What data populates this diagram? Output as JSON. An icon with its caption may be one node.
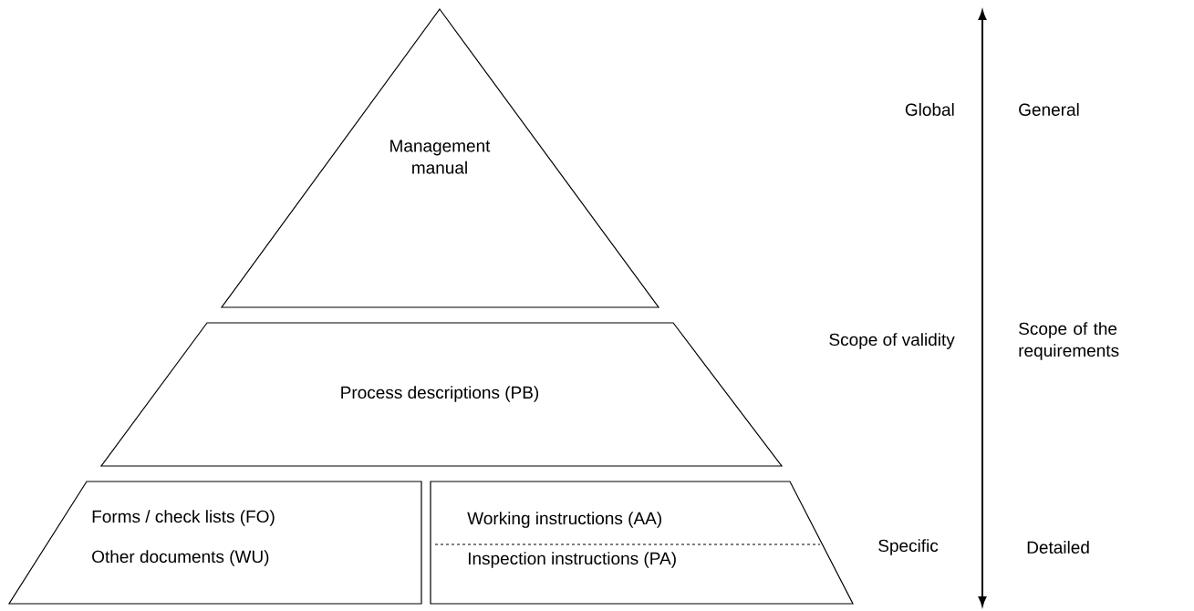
{
  "diagram": {
    "nodes": [
      {
        "text": [
          "Management manual"
        ]
      },
      {
        "text": [
          "Process descriptions (PB)"
        ]
      },
      {
        "text": [
          "Forms / check lists (FO)",
          "Other documents (WU)"
        ]
      },
      {
        "text": [
          "Working instructions (AA)",
          "Inspection instructions (PA)"
        ]
      }
    ],
    "labels": [
      "Global",
      "General",
      "Scope of validity",
      "Scope of the requirements",
      "Specific",
      "Detailed"
    ]
  }
}
